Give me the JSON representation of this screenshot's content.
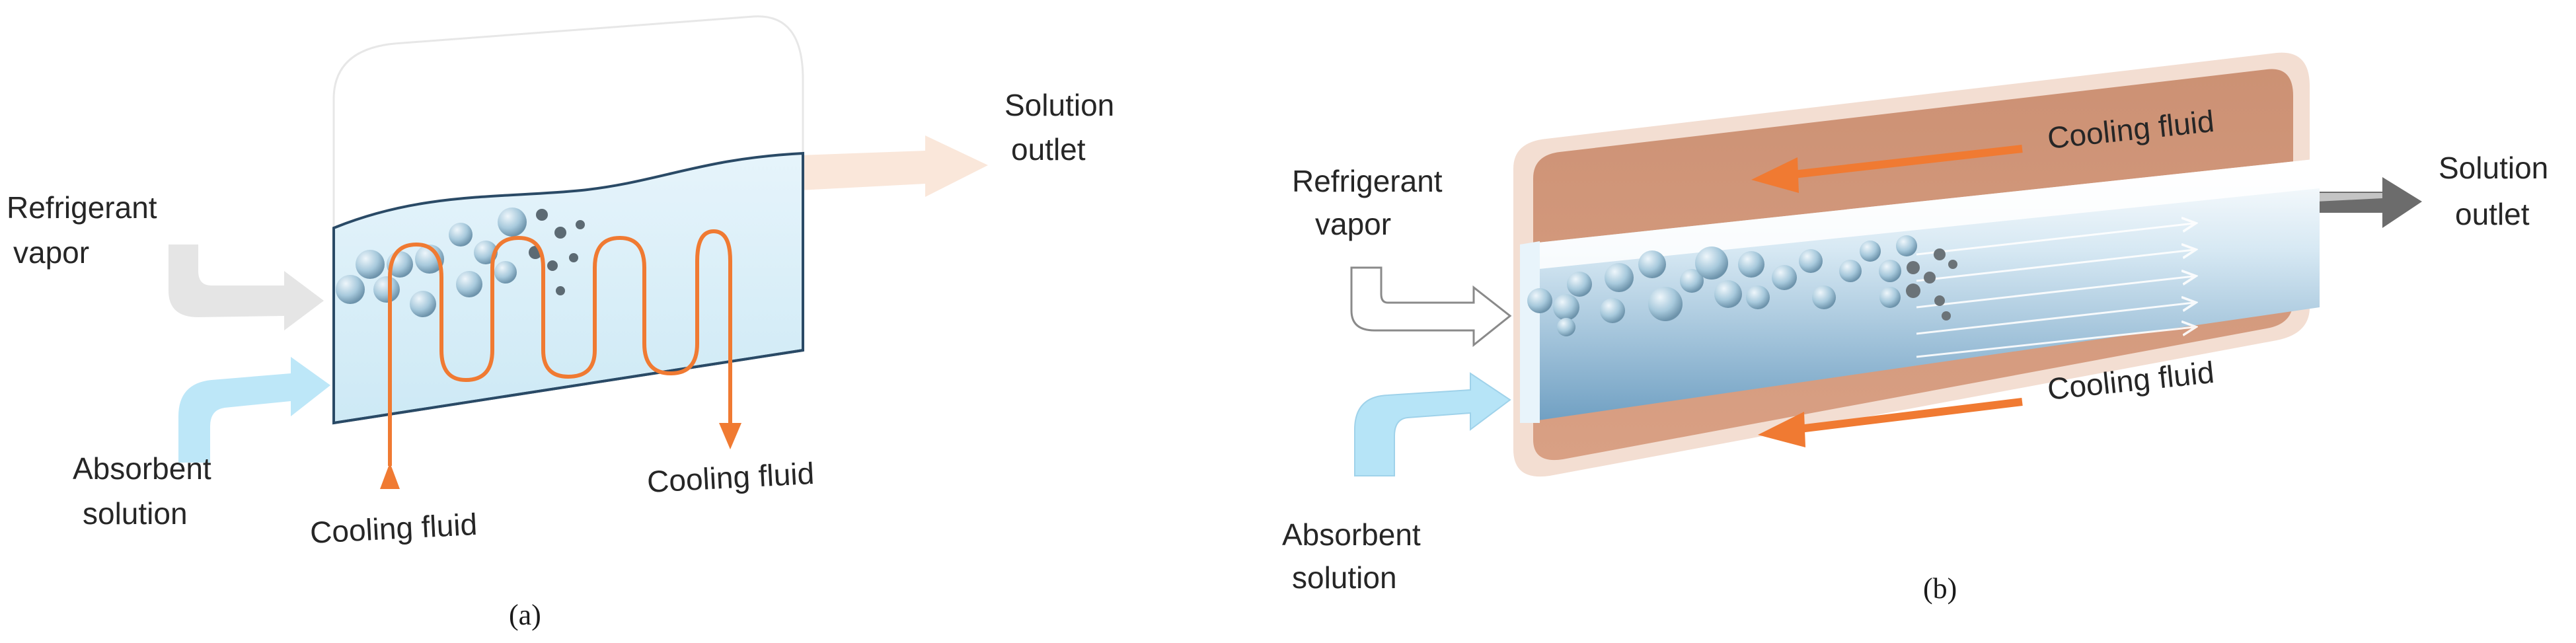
{
  "panel_a": {
    "refrigerant_vapor_line1": "Refrigerant",
    "refrigerant_vapor_line2": "vapor",
    "absorbent_solution_line1": "Absorbent",
    "absorbent_solution_line2": "solution",
    "solution_outlet_line1": "Solution",
    "solution_outlet_line2": "outlet",
    "cooling_fluid_in": "Cooling fluid",
    "cooling_fluid_out": "Cooling fluid",
    "caption": "(a)"
  },
  "panel_b": {
    "refrigerant_vapor_line1": "Refrigerant",
    "refrigerant_vapor_line2": "vapor",
    "absorbent_solution_line1": "Absorbent",
    "absorbent_solution_line2": "solution",
    "solution_outlet_line1": "Solution",
    "solution_outlet_line2": "outlet",
    "cooling_fluid_top": "Cooling fluid",
    "cooling_fluid_bottom": "Cooling fluid",
    "caption": "(b)"
  },
  "colors": {
    "coolant_orange": "#f07a32",
    "jacket_brown": "#d9a084",
    "solution_blue": "#bfe3f2",
    "bubble_blue": "#a7c9dc"
  }
}
